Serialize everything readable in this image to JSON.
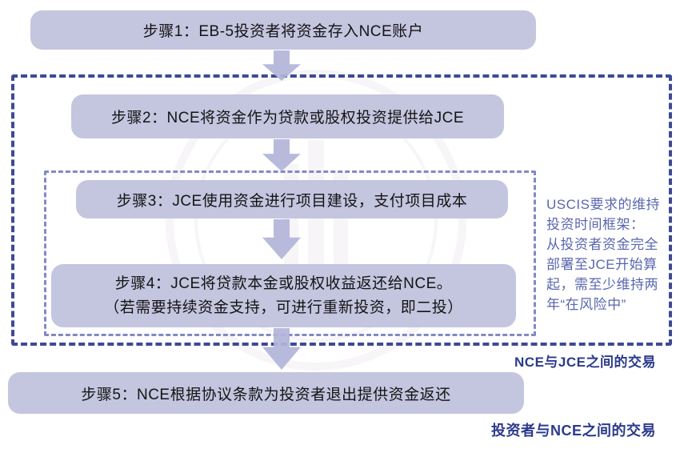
{
  "colors": {
    "box_fill": "#c4c5df",
    "arrow_fill": "#b2b5da",
    "outer_border": "#3d4a94",
    "inner_border": "#8289c6",
    "annotation_text": "#5a67ae",
    "caption_text": "#2b3a8c",
    "box_text": "#141414"
  },
  "steps": {
    "step1": "步骤1：EB-5投资者将资金存入NCE账户",
    "step2": "步骤2：NCE将资金作为贷款或股权投资提供给JCE",
    "step3": "步骤3：JCE使用资金进行项目建设，支付项目成本",
    "step4_line1": "步骤4：JCE将贷款本金或股权收益返还给NCE。",
    "step4_line2": "（若需要持续资金支持，可进行重新投资，即二投）",
    "step5": "步骤5：NCE根据协议条款为投资者退出提供资金返还"
  },
  "annotation": {
    "lines": [
      "USCIS要求的维持",
      "投资时间框架：",
      "从投资者资金完全",
      "部署至JCE开始算",
      "起，需至少维持两",
      "年“在风险中”"
    ]
  },
  "captions": {
    "nce_jce": "NCE与JCE之间的交易",
    "investor_nce": "投资者与NCE之间的交易"
  }
}
